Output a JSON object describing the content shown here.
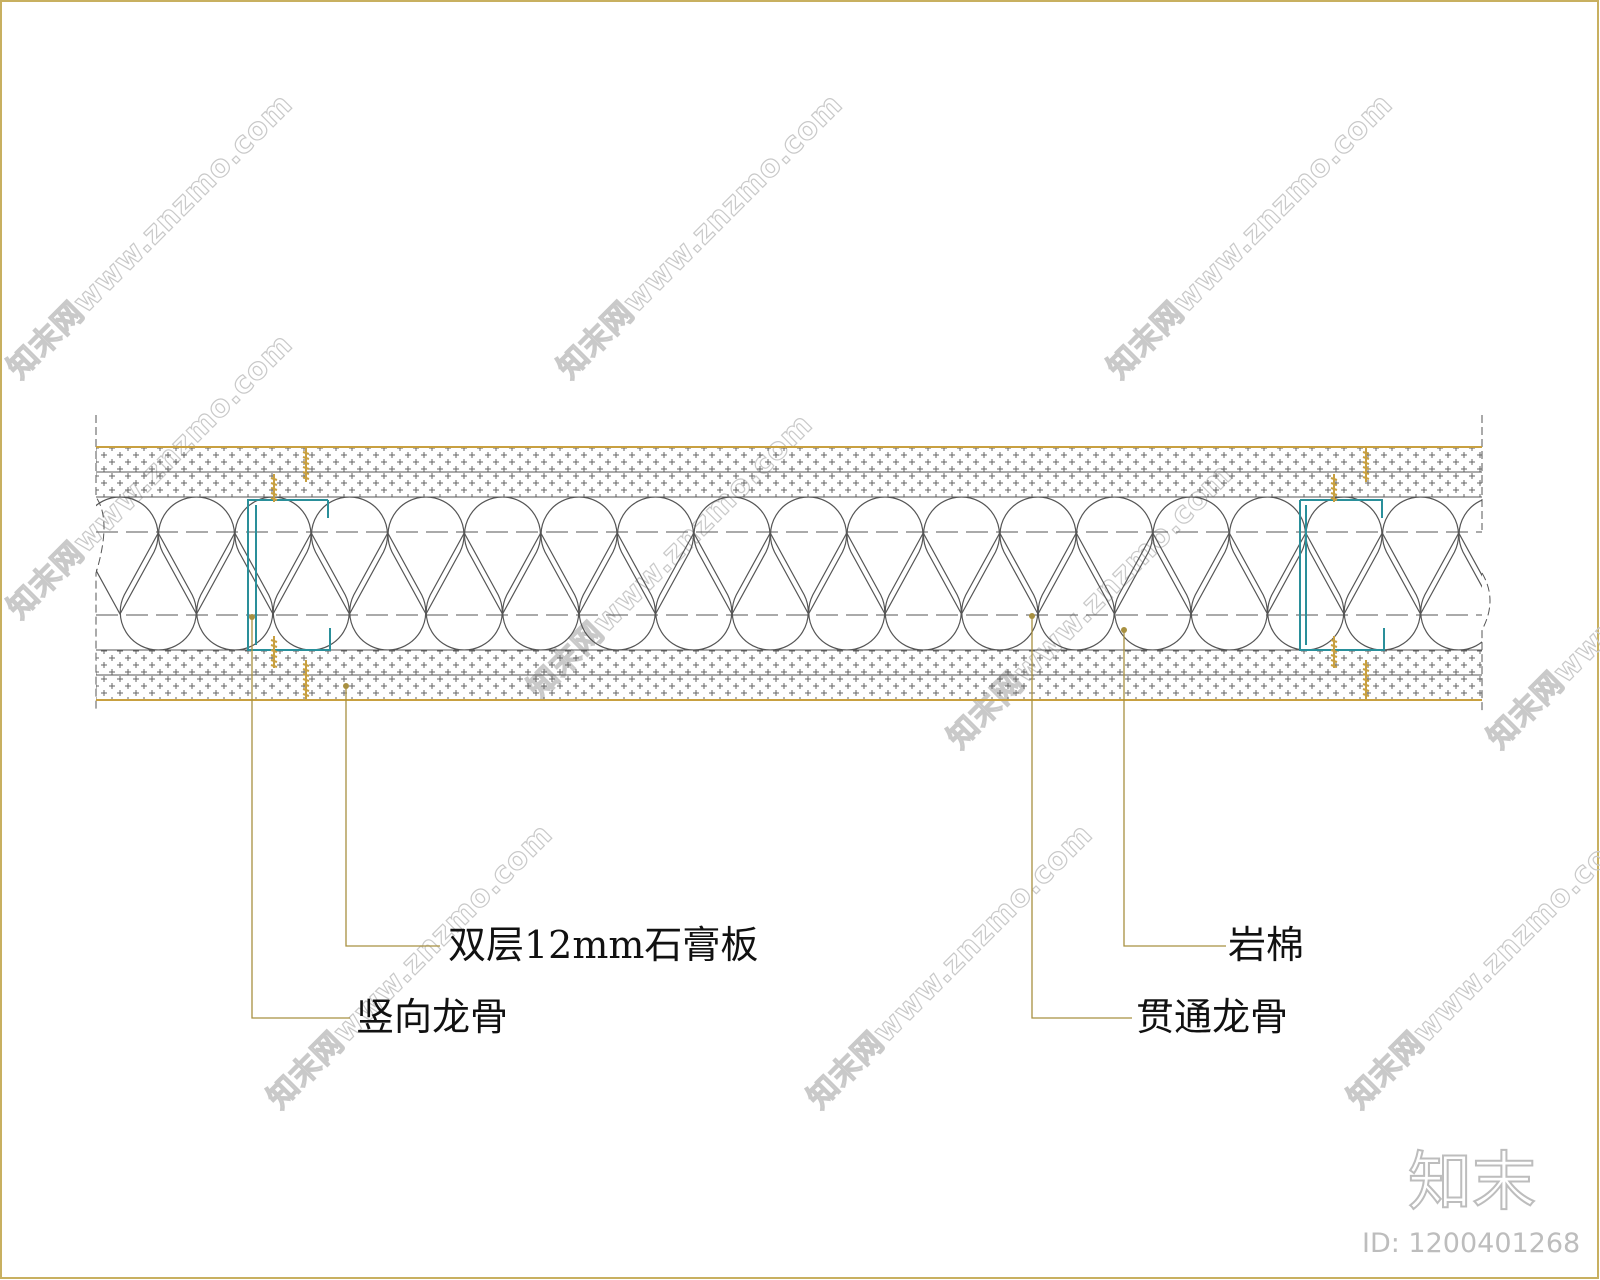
{
  "labels": {
    "gypsum_board": "双层12mm石膏板",
    "vertical_keel": "竖向龙骨",
    "rock_wool": "岩棉",
    "through_keel": "贯通龙骨"
  },
  "watermark": {
    "text": "知末网www.znzmo.com",
    "brand": "知末",
    "id": "ID: 1200401268"
  },
  "colors": {
    "background": "#ffffff",
    "line": "#555555",
    "leader": "#a89040",
    "board_edge": "#c8a040",
    "stud": "#2a8f9a",
    "watermark": "#c9c9c9"
  }
}
